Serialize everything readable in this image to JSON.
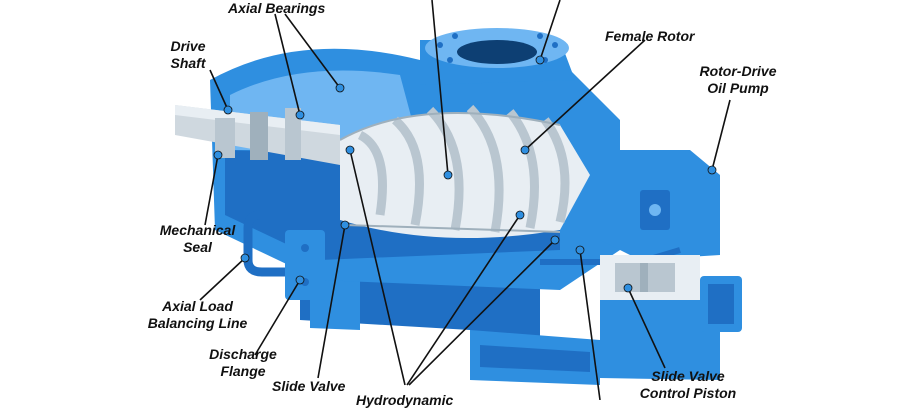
{
  "labels": {
    "axial_bearings": "Axial Bearings",
    "drive_shaft_1": "Drive",
    "drive_shaft_2": "Shaft",
    "female_rotor": "Female Rotor",
    "rotor_drive_1": "Rotor-Drive",
    "rotor_drive_2": "Oil Pump",
    "mech_seal_1": "Mechanical",
    "mech_seal_2": "Seal",
    "axial_load_1": "Axial Load",
    "axial_load_2": "Balancing Line",
    "discharge_1": "Discharge",
    "discharge_2": "Flange",
    "slide_valve": "Slide Valve",
    "hydro_bearings": "Hydrodynamic",
    "svcp_1": "Slide Valve",
    "svcp_2": "Control Piston"
  },
  "colors": {
    "casing": "#2f8fe0",
    "casing_dark": "#1f6fc4",
    "casing_light": "#6fb6f2",
    "rotor": "#e8eef3",
    "rotor_shade": "#b9c6d0",
    "steel": "#cfd8df",
    "leader": "#111111"
  }
}
